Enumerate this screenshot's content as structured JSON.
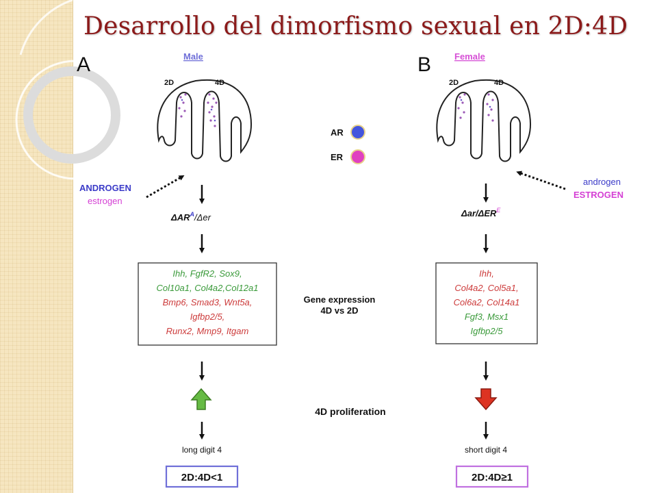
{
  "slide": {
    "title": "Desarrollo del dimorfismo sexual en 2D:4D"
  },
  "colors": {
    "title": "#8b1a1a",
    "male_label": "#6f6fd8",
    "female_label": "#d64fd6",
    "androgen": "#3b3bc8",
    "estrogen": "#d43fd4",
    "gene_green": "#3a9a3a",
    "gene_red": "#cc3a3a",
    "arrow_up_fill": "#66bb44",
    "arrow_down_fill": "#dd3322",
    "ar_dot": "#4455dd",
    "er_dot": "#e040c0"
  },
  "panel_a": {
    "letter": "A",
    "sex_label": "Male",
    "digit_2d": "2D",
    "digit_4d": "4D",
    "hormone_major": "ANDROGEN",
    "hormone_minor": "estrogen",
    "receptor_prefix": "ΔAR",
    "receptor_sup": "A",
    "receptor_suffix": "/Δer",
    "genes": [
      {
        "text": "Ihh, FgfR2, Sox9,",
        "color": "green"
      },
      {
        "text": "Col10a1, Col4a2,Col12a1",
        "color": "green"
      },
      {
        "text": "Bmp6, Smad3, Wnt5a,",
        "color": "red"
      },
      {
        "text": "Igfbp2/5,",
        "color": "red"
      },
      {
        "text": "Runx2, Mmp9, Itgam",
        "color": "red"
      }
    ],
    "outcome": "long digit 4",
    "ratio": "2D:4D<1"
  },
  "panel_b": {
    "letter": "B",
    "sex_label": "Female",
    "digit_2d": "2D",
    "digit_4d": "4D",
    "hormone_minor": "androgen",
    "hormone_major": "ESTROGEN",
    "receptor_prefix": "Δar/ΔER",
    "receptor_sup": "E",
    "genes": [
      {
        "text": "Ihh,",
        "color": "red"
      },
      {
        "text": "Col4a2, Col5a1,",
        "color": "red"
      },
      {
        "text": "Col6a2, Col14a1",
        "color": "red"
      },
      {
        "text": "Fgf3, Msx1",
        "color": "green"
      },
      {
        "text": "Igfbp2/5",
        "color": "green"
      }
    ],
    "outcome": "short digit 4",
    "ratio": "2D:4D≥1"
  },
  "legend": {
    "ar_label": "AR",
    "er_label": "ER"
  },
  "center": {
    "gene_expression_line1": "Gene expression",
    "gene_expression_line2": "4D vs 2D",
    "proliferation": "4D proliferation"
  }
}
